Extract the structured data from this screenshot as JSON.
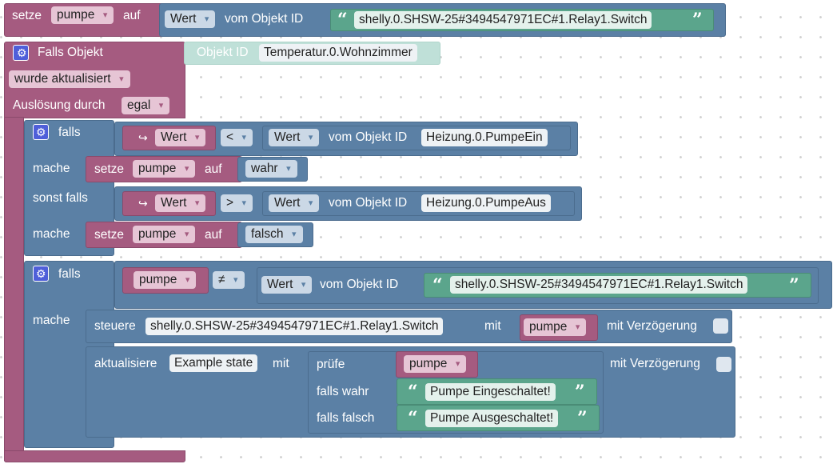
{
  "header_block": {
    "setze": "setze",
    "var": "pumpe",
    "auf": "auf",
    "wert": "Wert",
    "vom_objekt_id": "vom Objekt ID",
    "object_id": "shelly.0.SHSW-25#3494547971EC#1.Relay1.Switch"
  },
  "trigger": {
    "label": "Falls Objekt",
    "objekt_id_label": "Objekt ID",
    "objekt_id_value": "Temperatur.0.Wohnzimmer",
    "condition": "wurde aktualisiert",
    "ausloesung_label": "Auslösung durch",
    "ausloesung_value": "egal"
  },
  "if1": {
    "falls": "falls",
    "cond1_var": "Wert",
    "cond1_op": "<",
    "cond1_wert": "Wert",
    "cond1_vom": "vom Objekt ID",
    "cond1_id": "Heizung.0.PumpeEin",
    "mache1": "mache",
    "set1_setze": "setze",
    "set1_var": "pumpe",
    "set1_auf": "auf",
    "set1_value": "wahr",
    "sonst_falls": "sonst falls",
    "cond2_var": "Wert",
    "cond2_op": ">",
    "cond2_wert": "Wert",
    "cond2_vom": "vom Objekt ID",
    "cond2_id": "Heizung.0.PumpeAus",
    "mache2": "mache",
    "set2_setze": "setze",
    "set2_var": "pumpe",
    "set2_auf": "auf",
    "set2_value": "falsch"
  },
  "if2": {
    "falls": "falls",
    "cond_var": "pumpe",
    "cond_op": "≠",
    "cond_wert": "Wert",
    "cond_vom": "vom Objekt ID",
    "cond_id": "shelly.0.SHSW-25#3494547971EC#1.Relay1.Switch",
    "mache": "mache",
    "steuere": "steuere",
    "steuere_id": "shelly.0.SHSW-25#3494547971EC#1.Relay1.Switch",
    "mit": "mit",
    "steuere_var": "pumpe",
    "mit_verzoegerung": "mit Verzögerung",
    "aktualisiere": "aktualisiere",
    "aktualisiere_state": "Example state",
    "aktualisiere_mit": "mit",
    "aktualisiere_verzoegerung": "mit Verzögerung",
    "pruefe": "prüfe",
    "pruefe_var": "pumpe",
    "falls_wahr": "falls wahr",
    "text_wahr": "Pumpe Eingeschaltet!",
    "falls_falsch": "falls falsch",
    "text_falsch": "Pumpe Ausgeschaltet!"
  },
  "icons": {
    "gear": "gear-icon",
    "return_arrow": "return-arrow-icon",
    "quote_open": "“",
    "quote_close": "”"
  },
  "colors": {
    "variable": "#a55b80",
    "logic": "#5b80a5",
    "text": "#5ba58c",
    "gear": "#4f5fd9"
  }
}
